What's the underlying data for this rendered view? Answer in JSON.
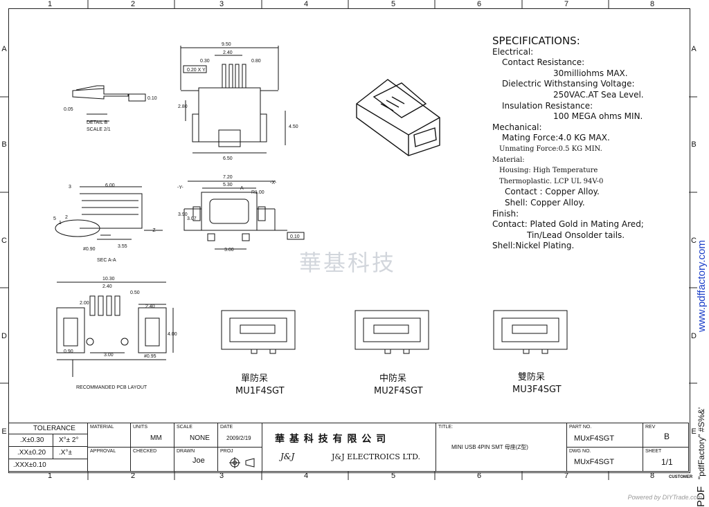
{
  "zones_top": [
    "1",
    "2",
    "3",
    "4",
    "5",
    "6",
    "7",
    "8"
  ],
  "zones_side": [
    "A",
    "B",
    "C",
    "D",
    "E"
  ],
  "specifications": {
    "title": "SPECIFICATIONS:",
    "lines": [
      "Electrical:",
      "Contact Resistance:",
      "30milliohms MAX.",
      "Dielectric Withstansing Voltage:",
      "250VAC.AT Sea Level.",
      "Insulation Resistance:",
      "100    MEGA ohms MIN.",
      "Mechanical:",
      "Mating Force:4.0 KG MAX.",
      "Unmating Force:0.5 KG MIN.",
      "Material:",
      "Housing: High Temperature",
      "Thermoplastic. LCP UL 94V-0",
      "Contact : Copper Alloy.",
      "Shell: Copper Alloy.",
      "Finish:",
      "Contact: Plated Gold in Mating Ared;",
      "Tin/Lead Onsolder tails.",
      "Shell:Nickel Plating."
    ]
  },
  "watermark": "華基科技",
  "drawing": {
    "detail_b": "DETAIL B",
    "detail_scale": "SCALE 2/1",
    "sec_a_a": "SEC A-A",
    "pcb_layout": "RECOMMANDED PCB LAYOUT",
    "dims": {
      "d950": "9.50",
      "d240a": "2.40",
      "d030": "0.30",
      "d080": "0.80",
      "d020": "0.20",
      "d280": "2.80",
      "d450": "4.50",
      "d650": "6.50",
      "d010a": "0.10",
      "d005": "0.05",
      "d600": "6.00",
      "d090": "#0.90",
      "d355": "3.55",
      "d720": "7.20",
      "d530": "5.30",
      "r100": "R1.00",
      "d390": "3.90",
      "d307": "3.07",
      "d300a": "3.00",
      "d010b": "0.10",
      "d1030": "10.30",
      "d240b": "2.40",
      "d050": "0.50",
      "d200": "2.00",
      "d240c": "2.40",
      "d400": "4.00",
      "d300b": "3.00",
      "d095": "#0.95",
      "d090b": "0.90",
      "n3": "3",
      "n2": "2",
      "n1": "1",
      "n5": "5",
      "x": "-X-",
      "y": "-Y-",
      "z": "-Z-",
      "a": "A",
      "gdt1": "0.20 X Y"
    }
  },
  "variants": [
    {
      "cn": "單防呆",
      "code": "MU1F4SGT"
    },
    {
      "cn": "中防呆",
      "code": "MU2F4SGT"
    },
    {
      "cn": "雙防呆",
      "code": "MU3F4SGT"
    }
  ],
  "title_block": {
    "tolerance_label": "TOLERANCE",
    "tol": [
      ".X±0.30",
      "X°± 2°",
      ".XX±0.20",
      ".X°±",
      ".XXX±0.10"
    ],
    "material_label": "MATERIAL",
    "units_label": "UNITS",
    "units": "MM",
    "scale_label": "SCALE",
    "scale": "NONE",
    "date_label": "DATE",
    "date": "2009/2/19",
    "approval_label": "APPROVAL",
    "checked_label": "CHECKED",
    "drawn_label": "DRAWN",
    "drawn": "Joe",
    "proj_label": "PROJ",
    "company_cn": "華 基 科 技 有 限 公 司",
    "company_logo": "J&J",
    "company_en": "J&J ELECTROICS LTD.",
    "title_label": "TITLE:",
    "title": "MINI USB 4PIN SMT 母座(Z型)",
    "part_label": "PART NO.",
    "part": "MUxF4SGT",
    "dwg_label": "DWG NO.",
    "dwg": "MUxF4SGT",
    "rev_label": "REV",
    "rev": "B",
    "sheet_label": "SHEET",
    "sheet": "1/1",
    "customer": "CUSTOMER"
  },
  "side_text": {
    "pdf": "PDF",
    "factory": "\"pdfFactory\" #S%&'",
    "url": "www.pdffactory.com"
  },
  "footer": "Powered by DIYTrade.com"
}
